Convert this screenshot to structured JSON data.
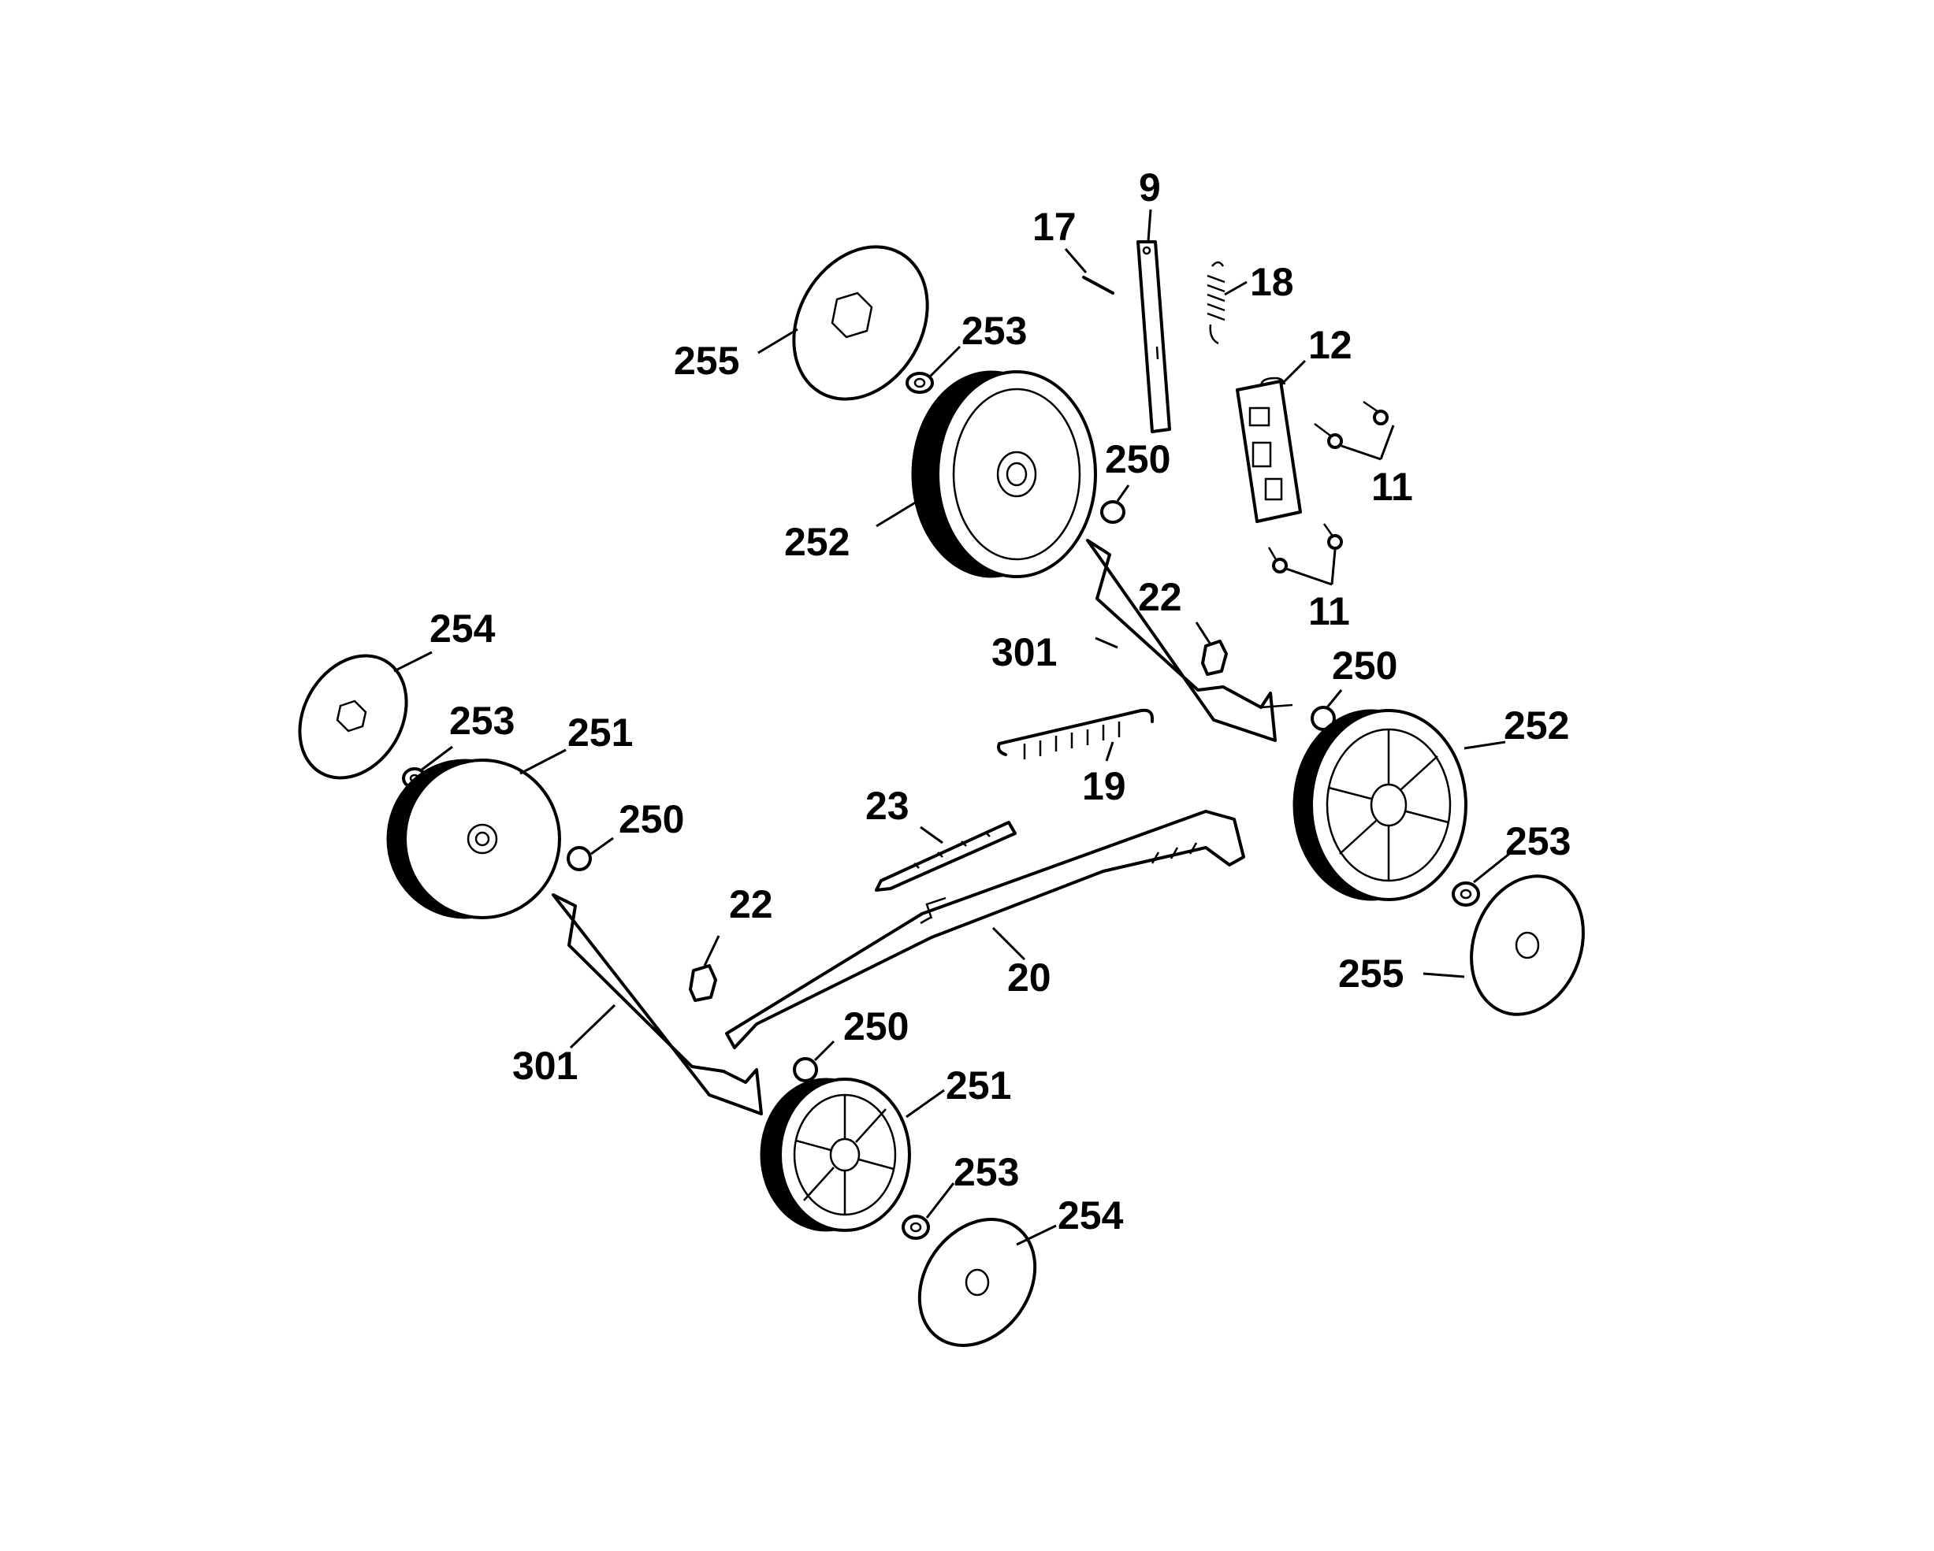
{
  "diagram": {
    "labels": {
      "p9": "9",
      "p17": "17",
      "p18": "18",
      "p12": "12",
      "p11a": "11",
      "p11b": "11",
      "p255a": "255",
      "p253a": "253",
      "p252a": "252",
      "p250a": "250",
      "p22a": "22",
      "p301a": "301",
      "p250b": "250",
      "p252b": "252",
      "p254a": "254",
      "p253b": "253",
      "p251a": "251",
      "p250c": "250",
      "p19": "19",
      "p23": "23",
      "p22b": "22",
      "p20": "20",
      "p253c": "253",
      "p255b": "255",
      "p301b": "301",
      "p250d": "250",
      "p251b": "251",
      "p253d": "253",
      "p254b": "254"
    },
    "colors": {
      "ink": "#000000",
      "paper": "#ffffff"
    }
  }
}
